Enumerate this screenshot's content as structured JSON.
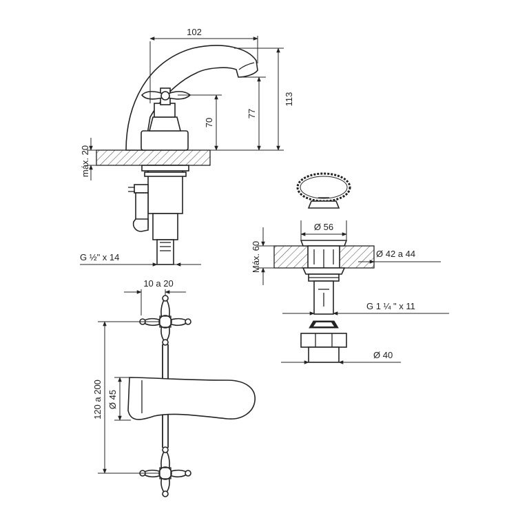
{
  "dimensions": {
    "width_102": "102",
    "height_113": "113",
    "height_77": "77",
    "height_70": "70",
    "max_20": "máx. 20",
    "thread_half": "G ½\" x 14",
    "diameter_56": "Ø 56",
    "max_60": "Máx. 60",
    "diameter_42_44": "Ø 42 a 44",
    "thread_1_1_4": "G 1 ¼ \" x 11",
    "diameter_40": "Ø 40",
    "offset_10_20": "10 a 20",
    "spacing_120_200": "120 a 200",
    "diameter_45": "Ø 45"
  }
}
